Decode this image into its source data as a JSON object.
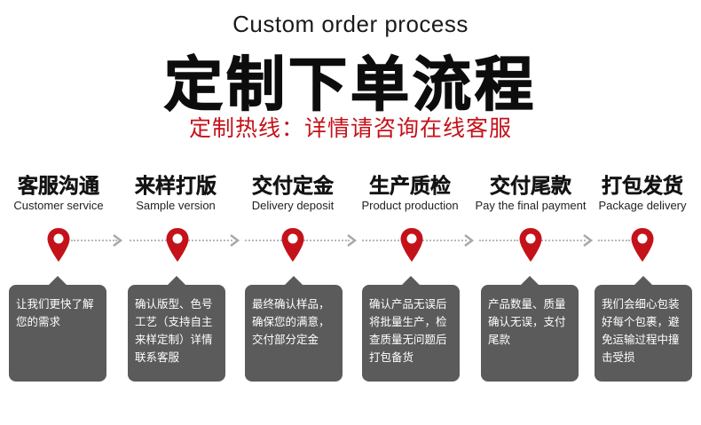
{
  "header": {
    "subtitle_en": "Custom order process",
    "title_cn": "定制下单流程",
    "hotline": "定制热线：详情请咨询在线客服"
  },
  "colors": {
    "accent_red": "#c4121a",
    "box_gray": "#5b5b5b",
    "text_dark": "#141414"
  },
  "steps": [
    {
      "title_cn": "客服沟通",
      "title_en": "Customer service",
      "icon": "location-pin-icon",
      "description": "让我们更快了解您的需求"
    },
    {
      "title_cn": "来样打版",
      "title_en": "Sample version",
      "icon": "location-pin-icon",
      "description": "确认版型、色号工艺（支持自主来样定制）详情联系客服"
    },
    {
      "title_cn": "交付定金",
      "title_en": "Delivery deposit",
      "icon": "location-pin-icon",
      "description": "最终确认样品，确保您的满意，交付部分定金"
    },
    {
      "title_cn": "生产质检",
      "title_en": "Product production",
      "icon": "location-pin-icon",
      "description": "确认产品无误后将批量生产，检查质量无问题后打包备货"
    },
    {
      "title_cn": "交付尾款",
      "title_en": "Pay the final payment",
      "icon": "location-pin-icon",
      "description": "产品数量、质量确认无误，支付尾款"
    },
    {
      "title_cn": "打包发货",
      "title_en": "Package delivery",
      "icon": "location-pin-icon",
      "description": "我们会细心包装好每个包裹，避免运输过程中撞击受损"
    }
  ]
}
